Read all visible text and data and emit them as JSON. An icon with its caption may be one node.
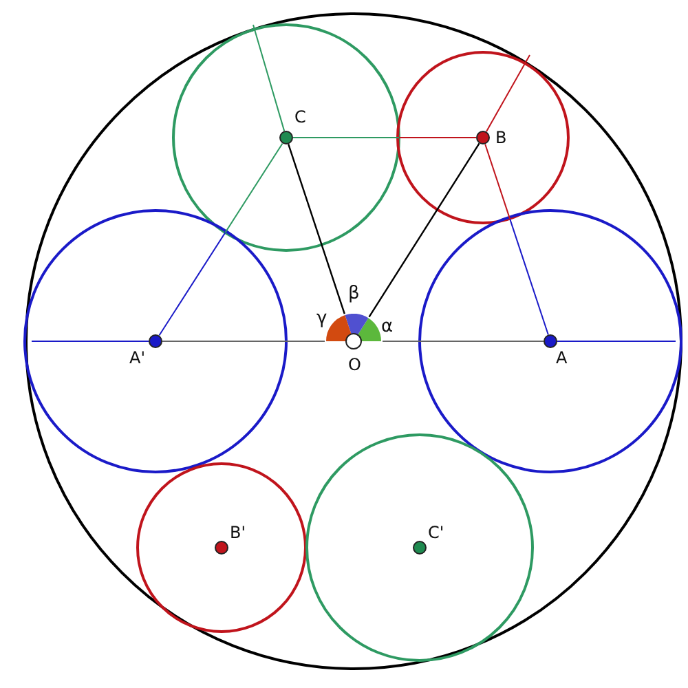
{
  "diagram": {
    "nodes": [
      {
        "text": [
          "C"
        ]
      },
      {
        "text": [
          "B"
        ]
      },
      {
        "text": [
          "A'"
        ]
      },
      {
        "text": [
          "O"
        ]
      },
      {
        "text": [
          "A"
        ]
      },
      {
        "text": [
          "B'"
        ]
      },
      {
        "text": [
          "C'"
        ]
      }
    ],
    "edges": [
      {
        "from": 0,
        "to": null,
        "arrow": "none",
        "color": "#2e9a62"
      },
      {
        "from": 1,
        "to": null,
        "arrow": "none",
        "color": "#c0141c"
      },
      {
        "from": 0,
        "to": 1,
        "arrow": "none"
      },
      {
        "from": 0,
        "to": 2,
        "arrow": "none"
      },
      {
        "from": 1,
        "to": 4,
        "arrow": "none"
      },
      {
        "from": 0,
        "to": 3,
        "arrow": "none"
      },
      {
        "from": 1,
        "to": 3,
        "arrow": "none"
      },
      {
        "from": 2,
        "to": null,
        "arrow": "none",
        "color": "#1a1ac8"
      },
      {
        "from": 2,
        "to": 3,
        "arrow": "none",
        "color": "#666666"
      },
      {
        "from": 3,
        "to": 4,
        "arrow": "none",
        "color": "#666666"
      },
      {
        "from": 4,
        "to": null,
        "arrow": "none",
        "color": "#1a1ac8"
      }
    ],
    "labels": [
      "β",
      "γ",
      "α"
    ]
  }
}
